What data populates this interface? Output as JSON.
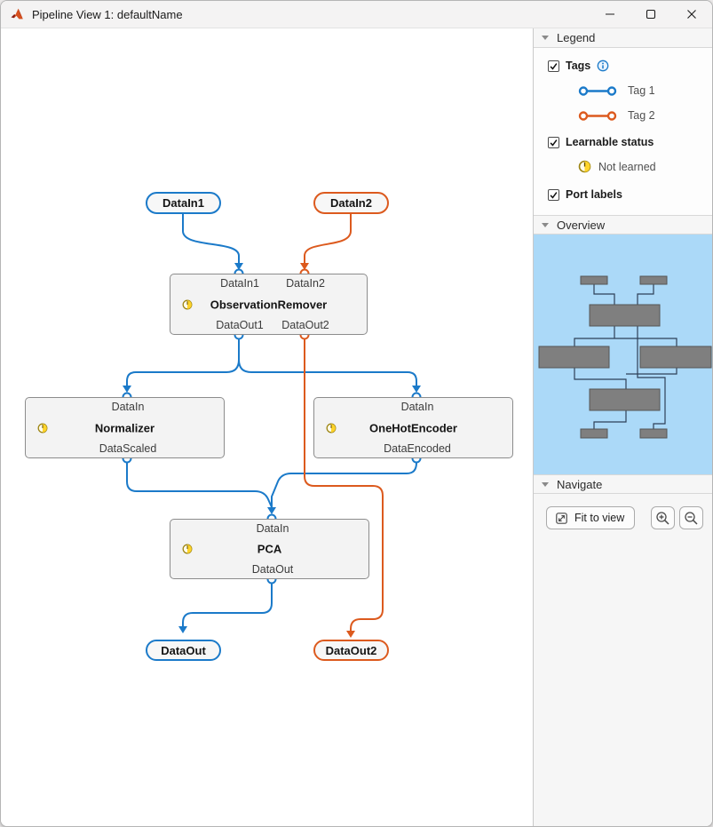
{
  "window": {
    "title": "Pipeline View 1: defaultName"
  },
  "colors": {
    "tag1": "#1b7ac9",
    "tag2": "#dc5a1e",
    "minimapbg": "#abd9f8"
  },
  "diagram": {
    "sources": [
      {
        "label": "DataIn1"
      },
      {
        "label": "DataIn2"
      }
    ],
    "blocks": [
      {
        "title": "ObservationRemover",
        "inputs": [
          "DataIn1",
          "DataIn2"
        ],
        "outputs": [
          "DataOut1",
          "DataOut2"
        ]
      },
      {
        "title": "Normalizer",
        "inputs": [
          "DataIn"
        ],
        "outputs": [
          "DataScaled"
        ]
      },
      {
        "title": "OneHotEncoder",
        "inputs": [
          "DataIn"
        ],
        "outputs": [
          "DataEncoded"
        ]
      },
      {
        "title": "PCA",
        "inputs": [
          "DataIn"
        ],
        "outputs": [
          "DataOut"
        ]
      }
    ],
    "sinks": [
      {
        "label": "DataOut"
      },
      {
        "label": "DataOut2"
      }
    ]
  },
  "legend": {
    "header": "Legend",
    "tags_label": "Tags",
    "tag1_label": "Tag 1",
    "tag2_label": "Tag 2",
    "learnable_label": "Learnable status",
    "not_learned_label": "Not learned",
    "port_labels_label": "Port labels"
  },
  "overview": {
    "header": "Overview"
  },
  "navigate": {
    "header": "Navigate",
    "fit_label": "Fit to view"
  }
}
